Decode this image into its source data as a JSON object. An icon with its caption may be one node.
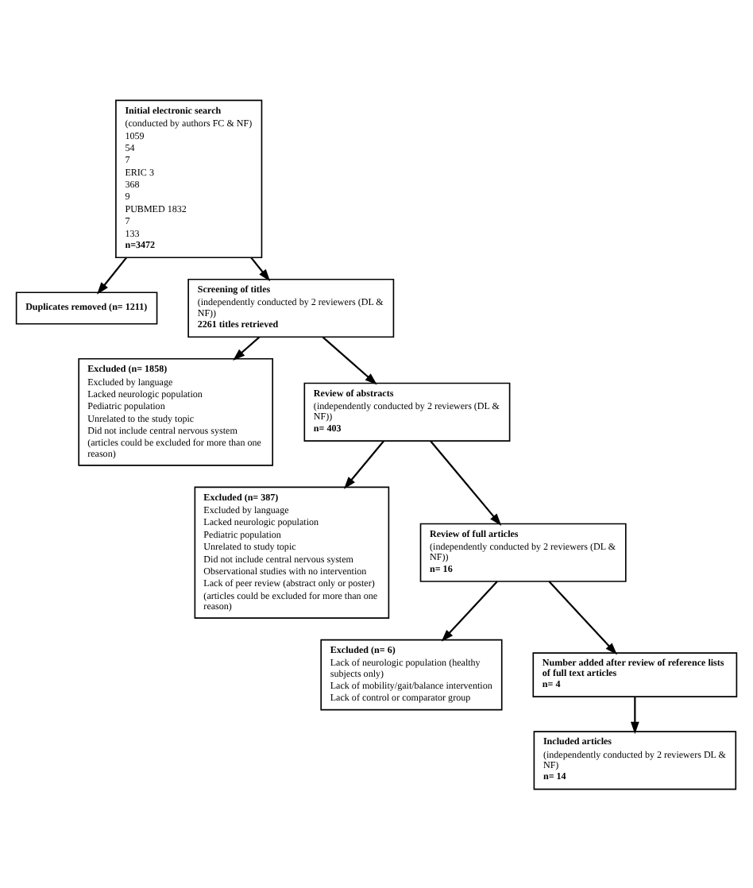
{
  "diagram": {
    "nodes": [
      {
        "text": [
          "Initial electronic search",
          "(conducted by authors FC & NF)",
          "1059",
          "54",
          "7",
          "ERIC 3",
          "368",
          "9",
          "PUBMED 1832",
          "7",
          "133",
          "n=3472"
        ]
      },
      {
        "text": [
          "Duplicates removed (n= 1211)"
        ]
      },
      {
        "text": [
          "Screening of titles",
          "(independently conducted by 2 reviewers (DL & NF))",
          "2261 titles retrieved"
        ]
      },
      {
        "text": [
          "Excluded (n= 1858)",
          "Excluded by language",
          "Lacked neurologic population",
          "Pediatric population",
          "Unrelated to the study topic",
          "Did not include central nervous system",
          "(articles could be excluded for more than one reason)"
        ]
      },
      {
        "text": [
          "Review of abstracts",
          "(independently conducted by 2 reviewers (DL & NF))",
          "n= 403"
        ]
      },
      {
        "text": [
          "Excluded (n= 387)",
          "Excluded by language",
          "Lacked neurologic population",
          "Pediatric population",
          "Unrelated to study topic",
          "Did not include central nervous system",
          "Observational studies with no intervention",
          "Lack of peer review (abstract only or poster)",
          "(articles could be excluded for more than one reason)"
        ]
      },
      {
        "text": [
          "Review of full articles",
          "(independently conducted by 2 reviewers (DL & NF))",
          "n= 16"
        ]
      },
      {
        "text": [
          "Excluded (n= 6)",
          "Lack of neurologic population (healthy subjects only)",
          "Lack of mobility/gait/balance intervention",
          "Lack of control or comparator group"
        ]
      },
      {
        "text": [
          "Number added after review of reference lists of full text articles",
          "n= 4"
        ]
      },
      {
        "text": [
          "Included articles",
          "(independently conducted by 2 reviewers DL & NF)",
          "n= 14"
        ]
      }
    ],
    "edges": [
      {
        "from": 0,
        "to": 2,
        "arrow": "to"
      },
      {
        "from": 0,
        "to": 1,
        "arrow": "to"
      },
      {
        "from": 2,
        "to": 4,
        "arrow": "to"
      },
      {
        "from": 2,
        "to": 3,
        "arrow": "to"
      },
      {
        "from": 4,
        "to": 6,
        "arrow": "to"
      },
      {
        "from": 4,
        "to": 5,
        "arrow": "to"
      },
      {
        "from": 6,
        "to": 8,
        "arrow": "to"
      },
      {
        "from": 6,
        "to": 7,
        "arrow": "to"
      },
      {
        "from": 8,
        "to": 9,
        "arrow": "to"
      }
    ]
  }
}
